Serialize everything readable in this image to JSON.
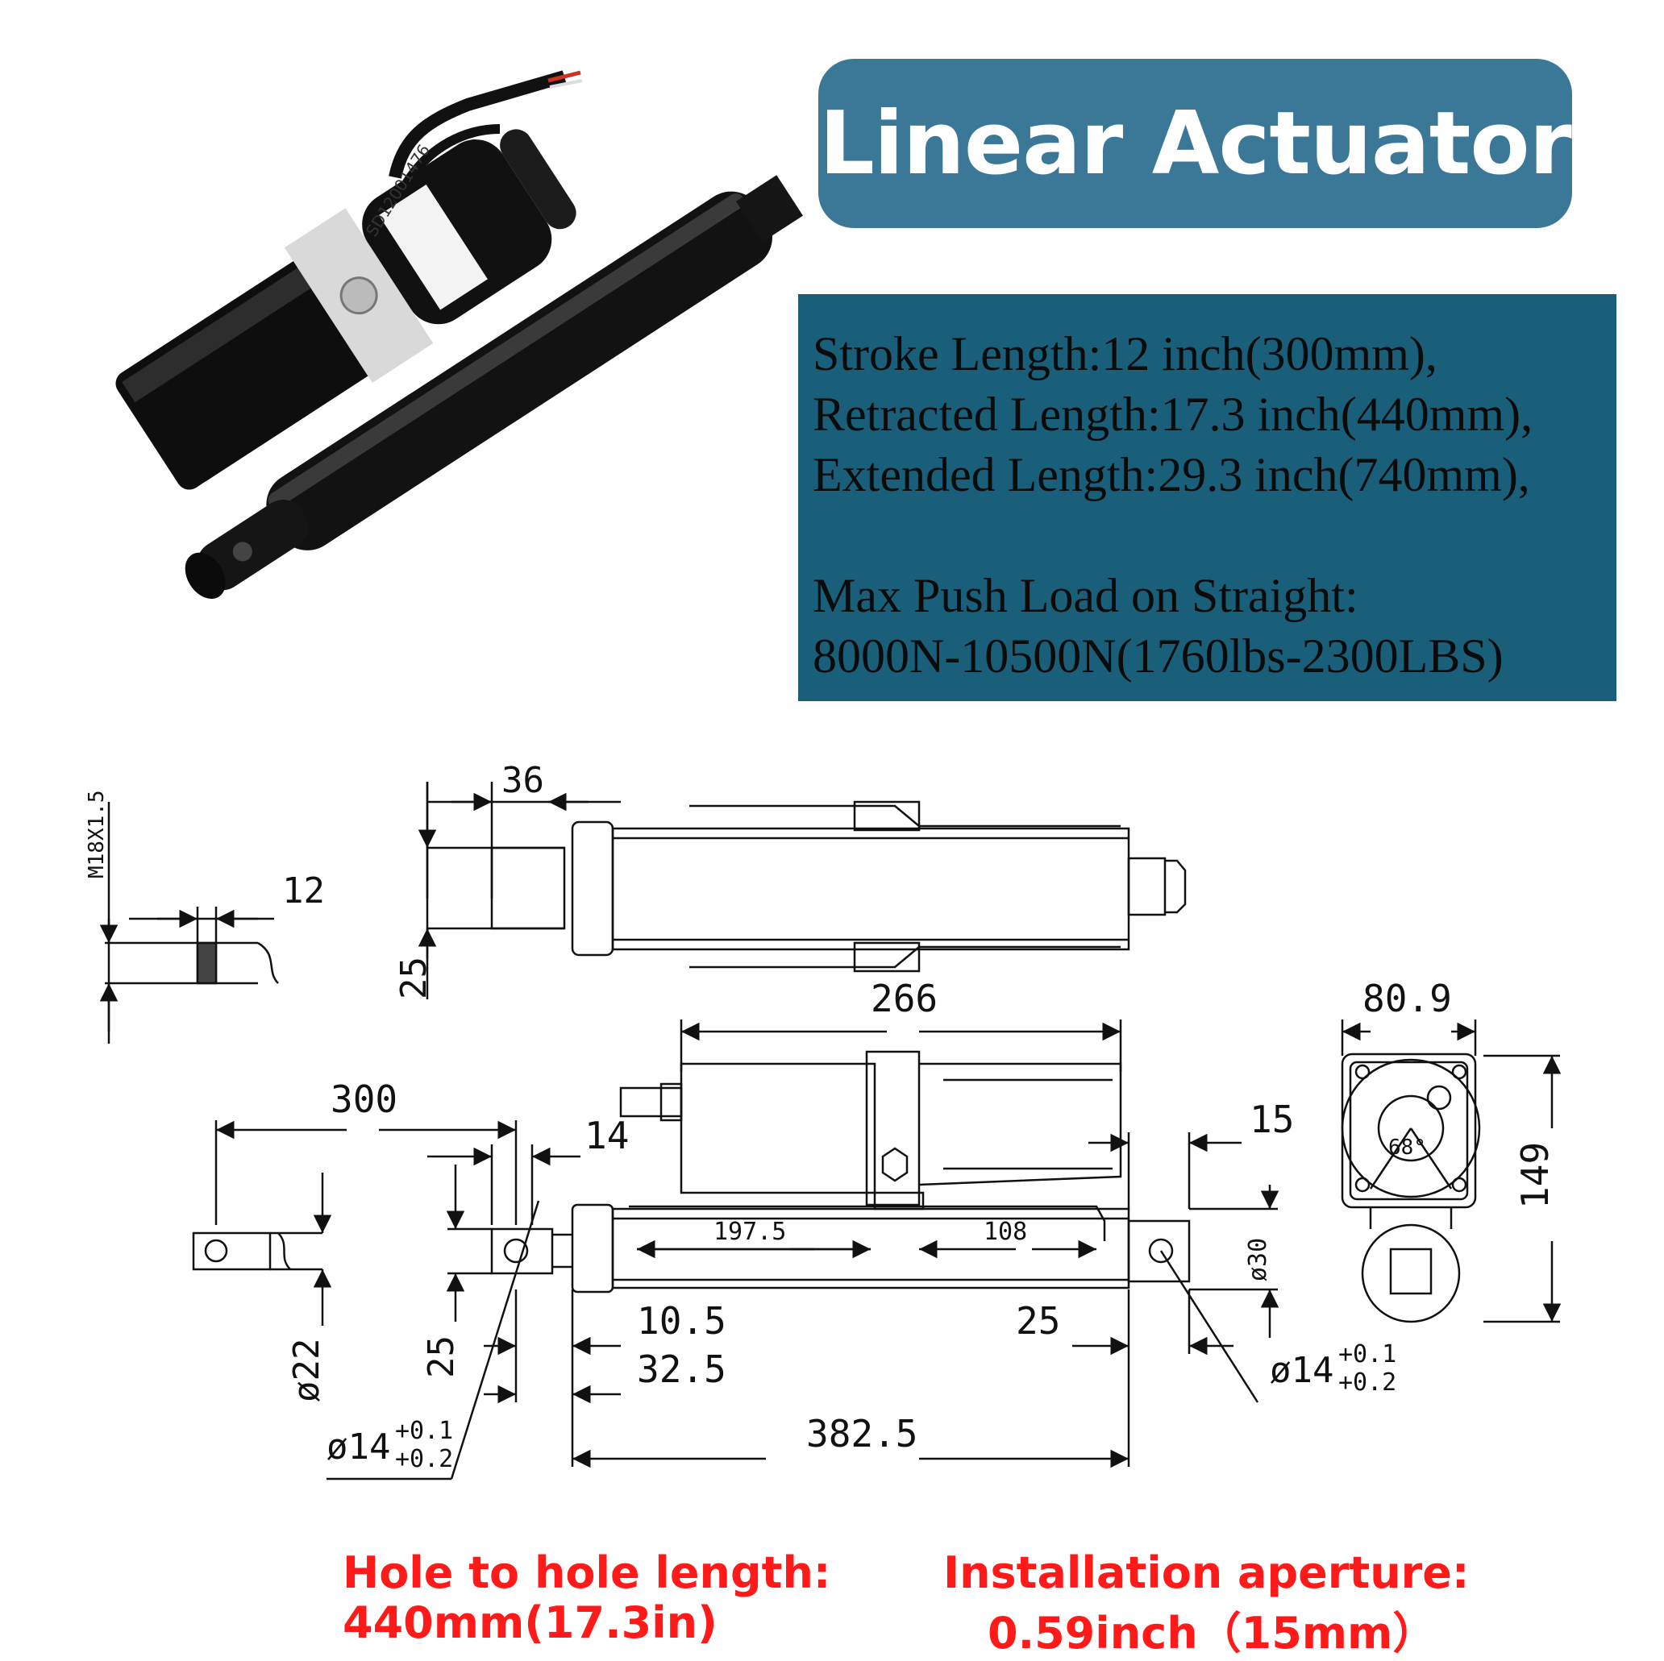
{
  "title": "Linear Actuator",
  "photo": {
    "motor_label": "SD12001476"
  },
  "specs": [
    "Stroke Length:12 inch(300mm),",
    "Retracted Length:17.3 inch(440mm),",
    "Extended Length:29.3 inch(740mm),",
    "Max Push Load on Straight:",
    "8000N-10500N(1760lbs-2300LBS)"
  ],
  "dimensions": {
    "thread": "M18X1.5",
    "d12": "12",
    "d36": "36",
    "d25_top": "25",
    "d266": "266",
    "d80_9": "80.9",
    "d300": "300",
    "d14": "14",
    "d15": "15",
    "d149": "149",
    "d197_5": "197.5",
    "d108": "108",
    "d_phi30": "ø30",
    "d_phi22": "ø22",
    "d25_mid": "25",
    "d10_5": "10.5",
    "d32_5": "32.5",
    "d25_right": "25",
    "d382_5": "382.5",
    "hole_left": "ø14",
    "hole_right": "ø14",
    "tol_upper": "+0.1",
    "tol_lower": "+0.2",
    "angle": "68°"
  },
  "footer": {
    "left_line1": "Hole to hole length:",
    "left_line2": "440mm(17.3in)",
    "right_line1": "Installation aperture:",
    "right_line2": "0.59inch（15mm）"
  },
  "colors": {
    "title_bg": "#3b7796",
    "spec_bg": "#1a5f7a",
    "footer_text": "#ff1a1a"
  }
}
